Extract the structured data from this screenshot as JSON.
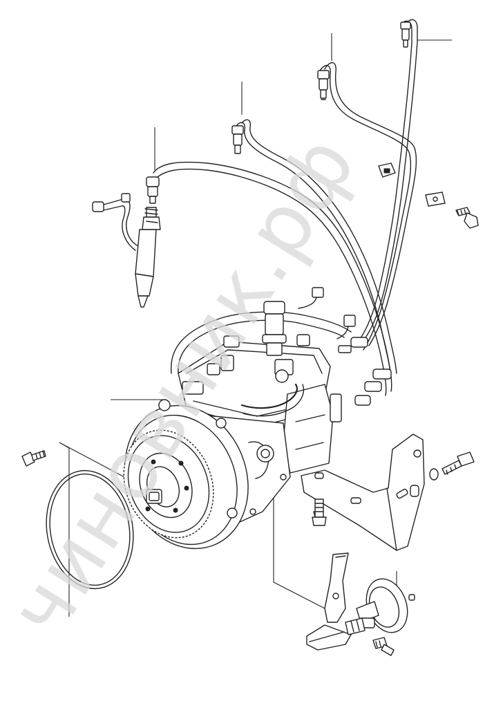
{
  "diagram": {
    "watermark": "чиновник.рф",
    "watermark_color": "#d9d9d9",
    "line_color": "#222222",
    "background": "#ffffff",
    "parts": [
      "injection-pump",
      "drive-gear",
      "o-ring",
      "injector-nozzle",
      "injector-pipe",
      "leak-off-pipe",
      "mounting-bracket",
      "bolt",
      "washer",
      "pipe-clamp",
      "cold-start-actuator"
    ]
  }
}
